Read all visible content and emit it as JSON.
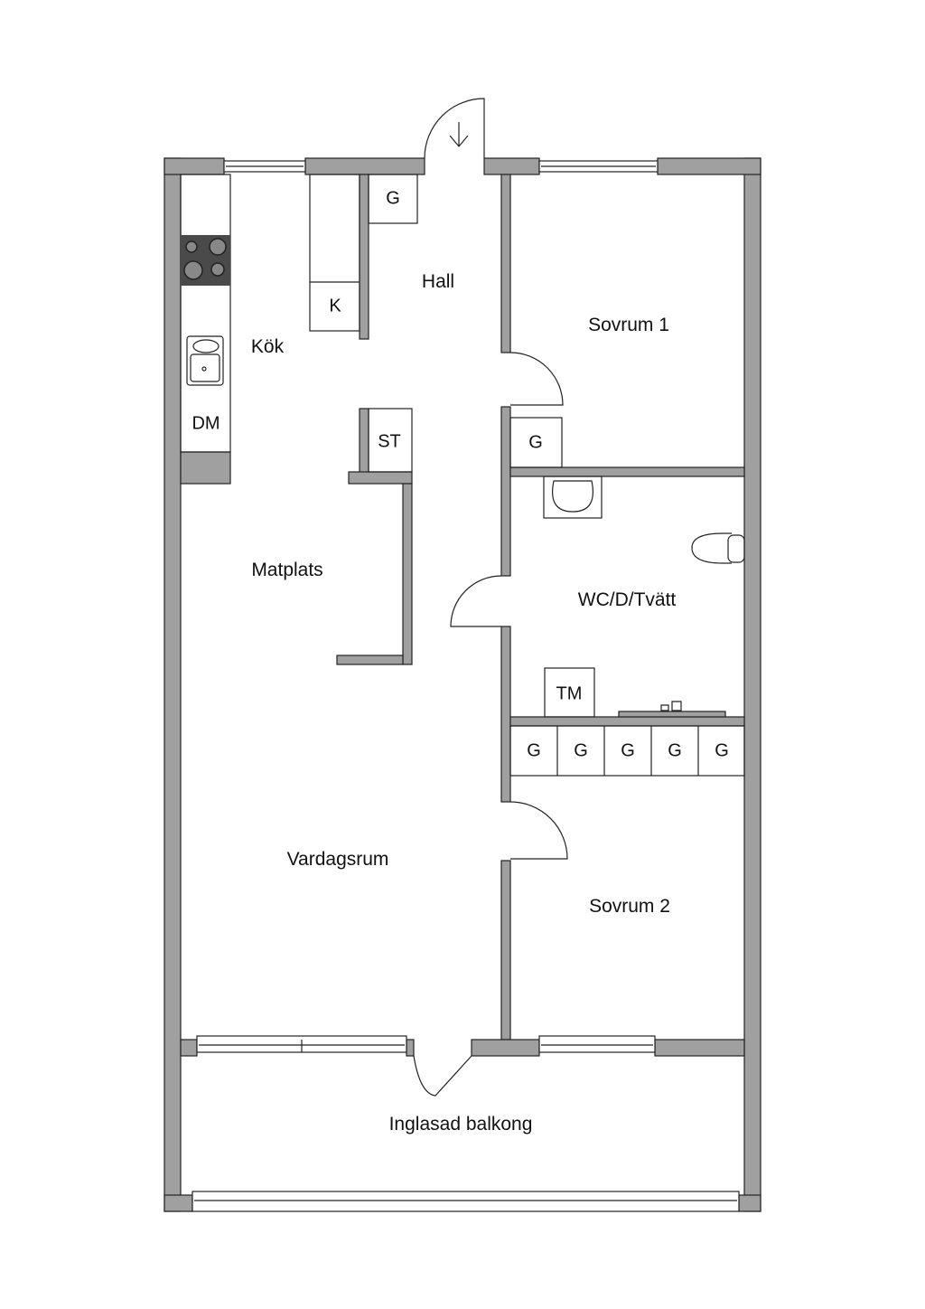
{
  "rooms": {
    "kok": "Kök",
    "hall": "Hall",
    "sovrum1": "Sovrum 1",
    "matplats": "Matplats",
    "wc": "WC/D/Tvätt",
    "vardagsrum": "Vardagsrum",
    "sovrum2": "Sovrum 2",
    "balkong": "Inglasad balkong"
  },
  "fixtures": {
    "dm": "DM",
    "k": "K",
    "st": "ST",
    "tm": "TM",
    "g": "G"
  },
  "colors": {
    "wall": "#a0a0a0",
    "stove": "#4a4a4a",
    "line": "#222222"
  }
}
